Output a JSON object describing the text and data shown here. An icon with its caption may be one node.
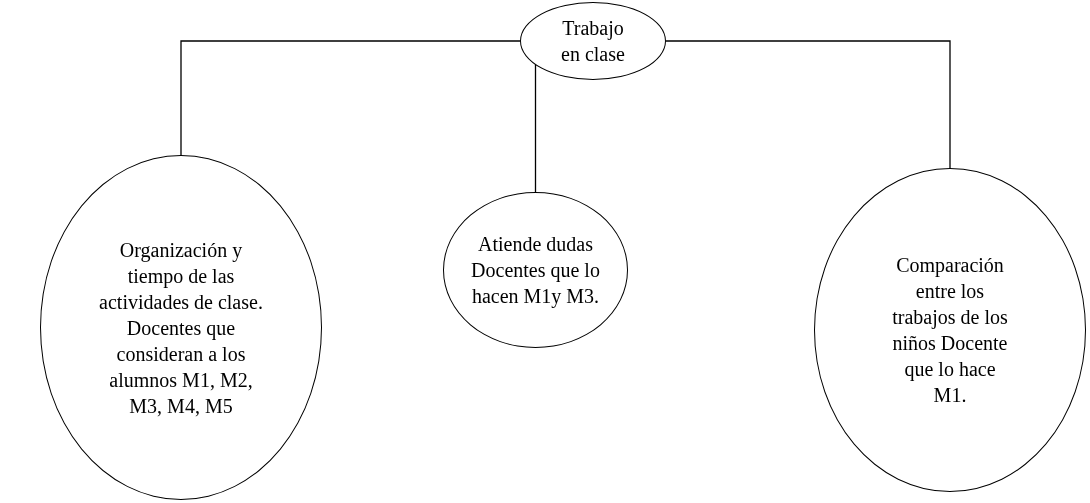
{
  "diagram": {
    "nodes": [
      {
        "text": [
          "Trabajo en clase"
        ]
      },
      {
        "text": [
          "Organización y tiempo de las actividades de clase. Docentes que consideran a los alumnos M1, M2, M3, M4, M5"
        ]
      },
      {
        "text": [
          "Atiende dudas Docentes que lo hacen M1y M3."
        ]
      },
      {
        "text": [
          "Comparación entre los trabajos de los niños Docente que lo hace M1."
        ]
      }
    ],
    "edges": [
      {
        "from": 0,
        "to": 1,
        "arrow": "none"
      },
      {
        "from": 0,
        "to": 2,
        "arrow": "none"
      },
      {
        "from": 0,
        "to": 3,
        "arrow": "none"
      }
    ]
  }
}
